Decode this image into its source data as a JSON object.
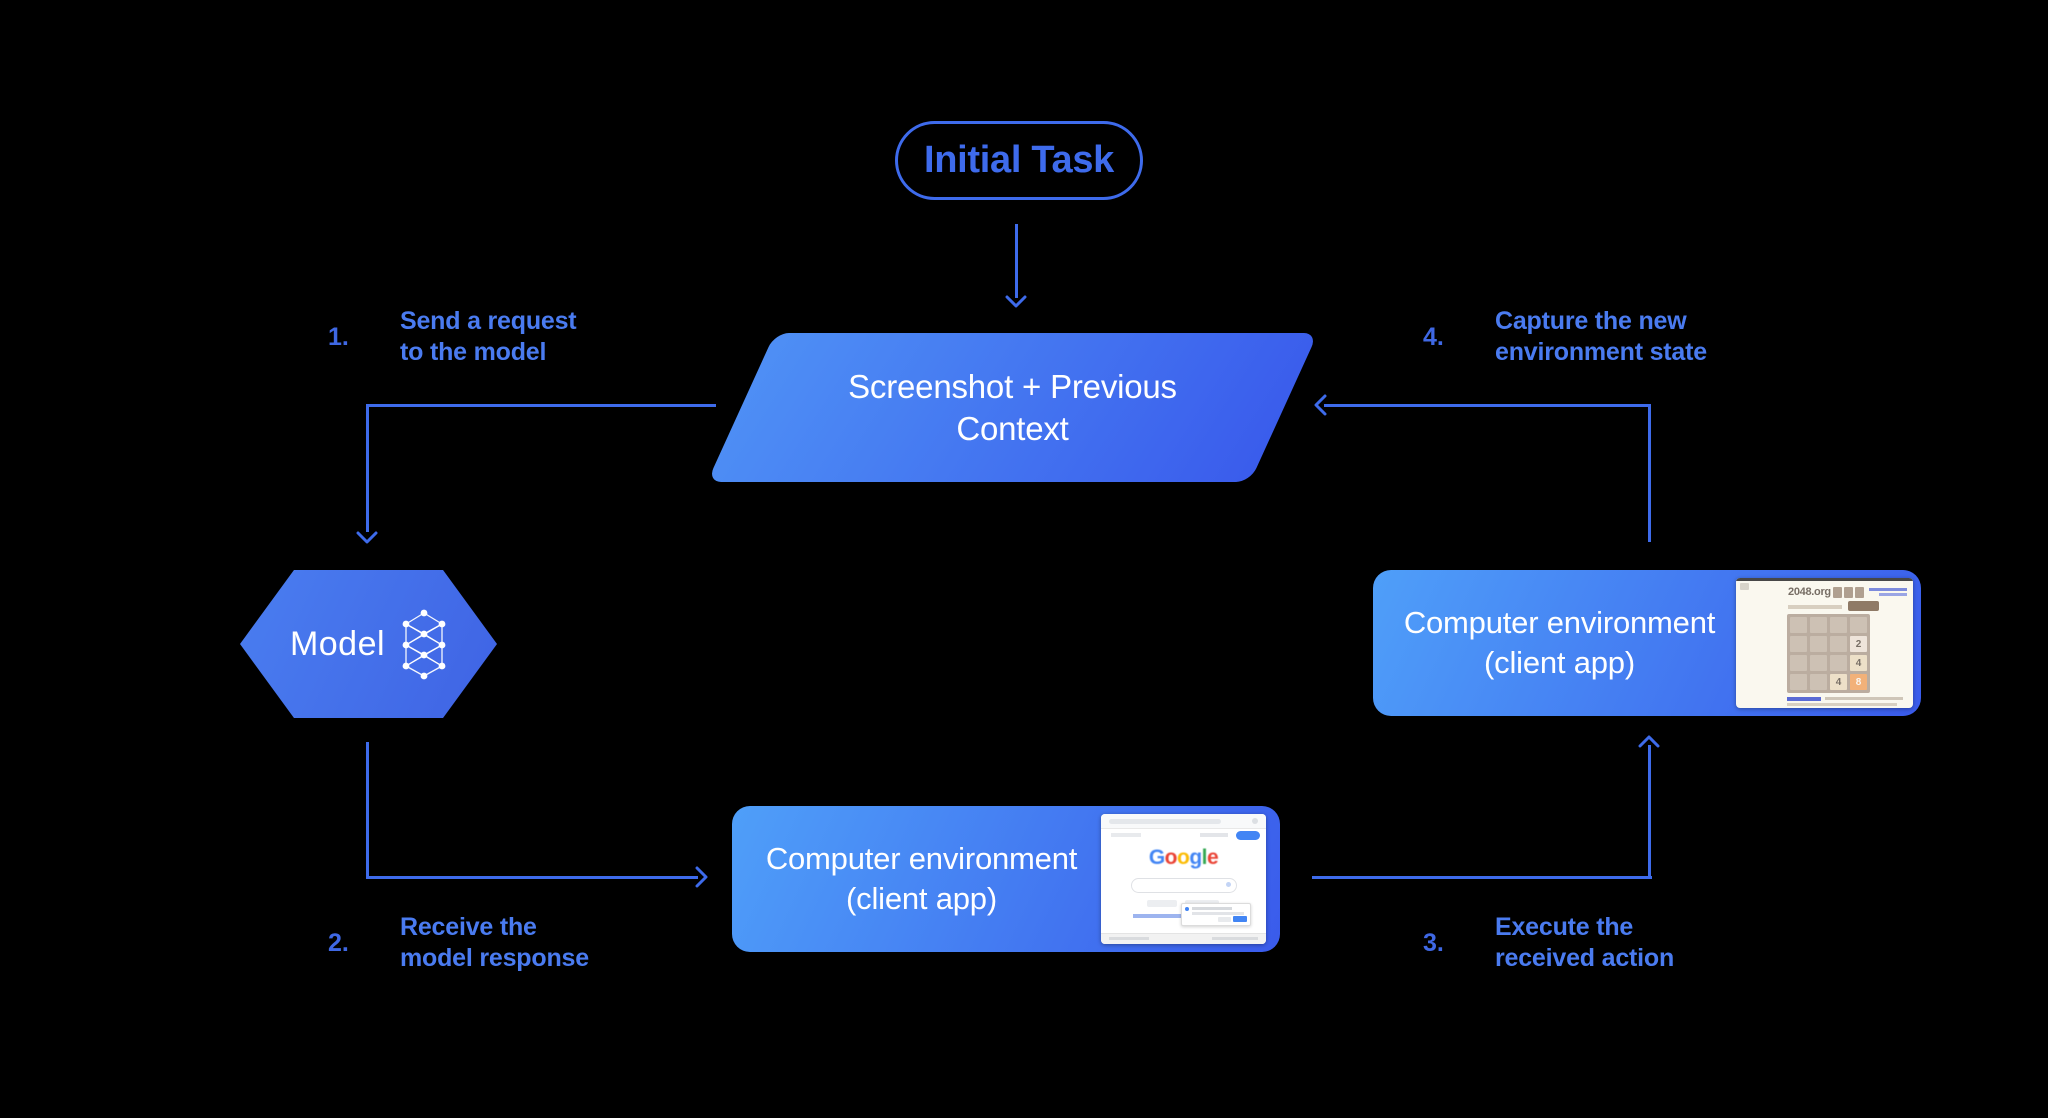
{
  "colors": {
    "accent": "#3e6beb",
    "pill": "#3e6bec",
    "label-text": "#4a7bf0",
    "num": "#3f68e4",
    "para-light": "#4e8ff5",
    "para-dark": "#3a5cec",
    "box-light": "#4f9ff9",
    "box-dark": "#3a5beb",
    "hex-light": "#4a7ef0",
    "hex-dark": "#3f63e4",
    "g-blue": "#4285f4",
    "g-red": "#ea4335",
    "g-yellow": "#fbbc05",
    "g-green": "#34a853",
    "cream": "#faf8ef",
    "board": "#bbada0",
    "cell": "#cdc1b4",
    "tile2": "#eee4da",
    "tile4": "#ede0c8",
    "tile8": "#f2b179",
    "tile-text": "#776e65",
    "btn-brown": "#8f7a66"
  },
  "diagram": {
    "initial_task": {
      "label": "Initial Task"
    },
    "context_node": {
      "line1": "Screenshot + Previous",
      "line2": "Context"
    },
    "model_node": {
      "label": "Model"
    },
    "env_bottom": {
      "line1": "Computer environment",
      "line2": "(client app)"
    },
    "env_right": {
      "line1": "Computer environment",
      "line2": "(client app)"
    },
    "steps": [
      {
        "num": "1.",
        "line1": "Send a request",
        "line2": "to the model"
      },
      {
        "num": "2.",
        "line1": "Receive the",
        "line2": "model response"
      },
      {
        "num": "3.",
        "line1": "Execute the",
        "line2": "received action"
      },
      {
        "num": "4.",
        "line1": "Capture the new",
        "line2": "environment state"
      }
    ],
    "thumbnails": {
      "google": {
        "logo_letters": [
          "G",
          "o",
          "o",
          "g",
          "l",
          "e"
        ]
      },
      "game": {
        "site": "2048.org",
        "tiles": [
          {
            "value": "2"
          },
          {
            "value": "4"
          },
          {
            "value": "4"
          },
          {
            "value": "8"
          }
        ]
      }
    }
  }
}
